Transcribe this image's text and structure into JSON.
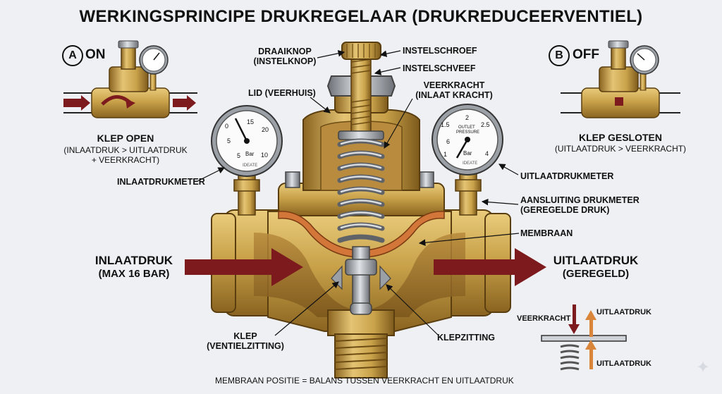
{
  "title": "WERKINGSPRINCIPE DRUKREGELAAR (DRUKREDUCEERVENTIEL)",
  "colors": {
    "brass": "#c9a24a",
    "brass_dark": "#8a6420",
    "steel": "#a9adb2",
    "arrow_red": "#7d1a1e",
    "arrow_orange": "#d9863a",
    "membrane": "#d3763a",
    "background": "#eef0f3"
  },
  "state_on": {
    "badge": "A",
    "label": "ON",
    "caption": "KLEP OPEN",
    "sub1": "(INLAATDRUK > UITLAATDRUK",
    "sub2": "+ VEERKRACHT)"
  },
  "state_off": {
    "badge": "B",
    "label": "OFF",
    "caption": "KLEP GESLOTEN",
    "sub1": "(UITLAATDRUK > VEERKRACHT)"
  },
  "labels": {
    "draaiknop1": "DRAAIKNOP",
    "draaiknop2": "(INSTELKNOP)",
    "instelschroef": "INSTELSCHROEF",
    "instelschveef": "INSTELSCHVEEF",
    "lid": "LID (VEERHUIS)",
    "veerkracht1": "VEERKRACHT",
    "veerkracht2": "(INLAAT KRACHT)",
    "inlaatdrukmeter": "INLAATDRUKMETER",
    "uitlaatdrukmeter": "UITLAATDRUKMETER",
    "aansluiting1": "AANSLUITING DRUKMETER",
    "aansluiting2": "(GEREGELDE DRUK)",
    "membraan": "MEMBRAAN",
    "inlaatdruk1": "INLAATDRUK",
    "inlaatdruk2": "(MAX 16 BAR)",
    "uitlaatdruk1": "UITLAATDRUK",
    "uitlaatdruk2": "(GEREGELD)",
    "klep1": "KLEP",
    "klep2": "(VENTIELZITTING)",
    "klepzitting": "KLEPZITTING",
    "balance": "MEMBRAAN POSITIE = BALANS TUSSEN VEERKRACHT EN UITLAATDRUK"
  },
  "force_diagram": {
    "veerkracht": "VEERKRACHT",
    "uitlaatdruk_top": "UITLAATDRUK",
    "uitlaatdruk_bottom": "UITLAATDRUK"
  },
  "gauge_left": {
    "ticks": [
      "0",
      "5",
      "10",
      "15",
      "20"
    ],
    "ticks2": [
      "5",
      "10"
    ],
    "unit": "Bar",
    "brand": "IDEATE"
  },
  "gauge_right": {
    "ticks": [
      "1",
      "1.5",
      "2",
      "2.5",
      "4",
      "6"
    ],
    "text1": "OUTLET",
    "text2": "PRESSURE",
    "unit": "Bar",
    "brand": "IDEATE"
  }
}
